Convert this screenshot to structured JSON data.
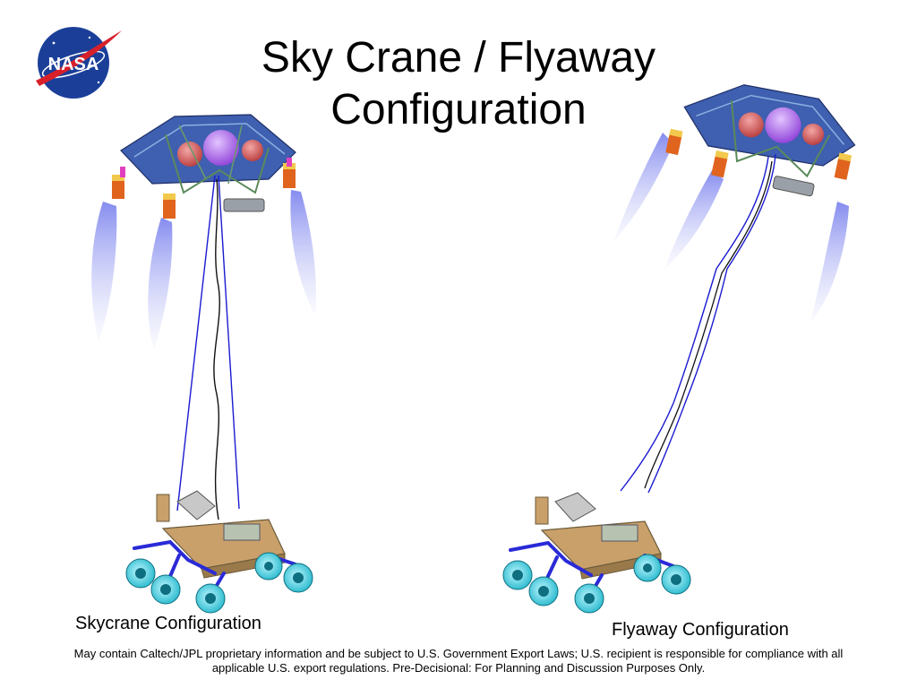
{
  "slide": {
    "title": "Sky Crane / Flyaway Configuration",
    "logo_text": "NASA",
    "caption_left": "Skycrane Configuration",
    "caption_right": "Flyaway Configuration",
    "disclaimer": "May contain Caltech/JPL proprietary information and be subject to U.S. Government Export Laws; U.S. recipient is responsible for compliance with all applicable U.S. export regulations. Pre-Decisional: For Planning and Discussion Purposes Only."
  },
  "colors": {
    "nasa_blue": "#1b3f99",
    "nasa_red": "#d8202a",
    "descent_stage_blue": "#3f5fb0",
    "thruster_plume": "#9a9ef0",
    "bridle_blue": "#1a1ad0",
    "umbilical_black": "#111111",
    "rover_body": "#c9a06a",
    "wheel_cyan": "#3fd6e6",
    "suspension_blue": "#2a2ad8"
  }
}
